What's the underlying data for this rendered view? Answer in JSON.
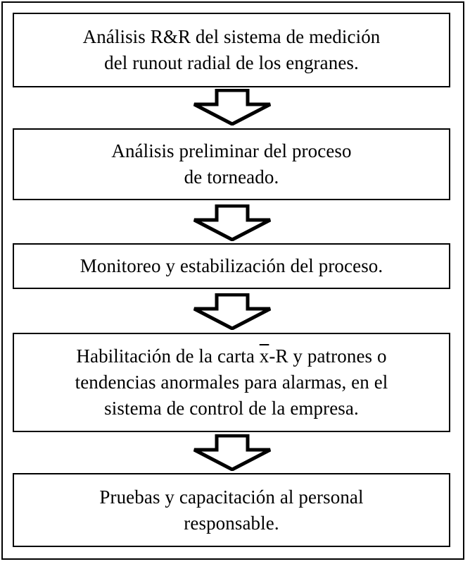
{
  "steps": [
    {
      "lines": [
        "Análisis R&R del sistema de medición",
        "del runout radial de los engranes."
      ]
    },
    {
      "lines": [
        "Análisis preliminar del proceso",
        "de torneado."
      ]
    },
    {
      "lines": [
        "Monitoreo y estabilización del proceso."
      ]
    },
    {
      "line1": {
        "before": "Habilitación de la carta ",
        "xbar": "x",
        "after": "-R y patrones o"
      },
      "lines": [
        "tendencias anormales para alarmas, en el",
        "sistema de control de la empresa."
      ]
    },
    {
      "lines": [
        "Pruebas y capacitación al personal",
        "responsable."
      ]
    }
  ],
  "arrow_icon": "down-hollow-arrow-icon",
  "colors": {
    "stroke": "#000000",
    "fill": "#ffffff"
  }
}
